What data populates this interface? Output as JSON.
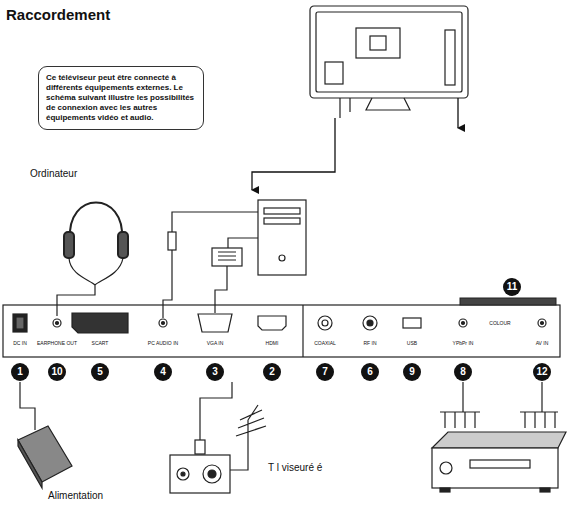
{
  "diagram": {
    "title": "Raccordement",
    "nodes": [
      {
        "text": [
          "Ce téléviseur peut être connecté à différents équipements externes. Le schéma suivant illustre les possibilités de connexion avec les autres équipements vidéo et audio."
        ]
      }
    ],
    "labels": [
      "Ordinateur",
      "DC IN",
      "EARPHONE OUT",
      "SCART",
      "PC AUDIO IN",
      "VGA IN",
      "HDMI",
      "COAXIAL",
      "RF IN",
      "USB",
      "YPbPr IN",
      "COLOUR",
      "AV IN",
      "1",
      "10",
      "5",
      "4",
      "3",
      "2",
      "7",
      "6",
      "9",
      "8",
      "11",
      "12",
      "Alimentation",
      "T l viseuré é"
    ]
  }
}
